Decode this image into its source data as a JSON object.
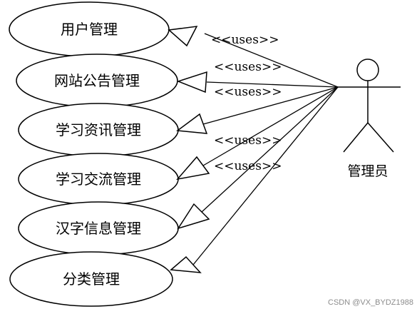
{
  "actor": {
    "label": "管理员"
  },
  "use_cases": [
    {
      "label": "用户管理"
    },
    {
      "label": "网站公告管理"
    },
    {
      "label": "学习资讯管理"
    },
    {
      "label": "学习交流管理"
    },
    {
      "label": "汉字信息管理"
    },
    {
      "label": "分类管理"
    }
  ],
  "relation_labels": [
    "<<uses>>",
    "<<uses>>",
    "<<uses>>",
    "<<uses>>",
    "<<uses>>"
  ],
  "watermark": "CSDN @VX_BYDZ1988"
}
